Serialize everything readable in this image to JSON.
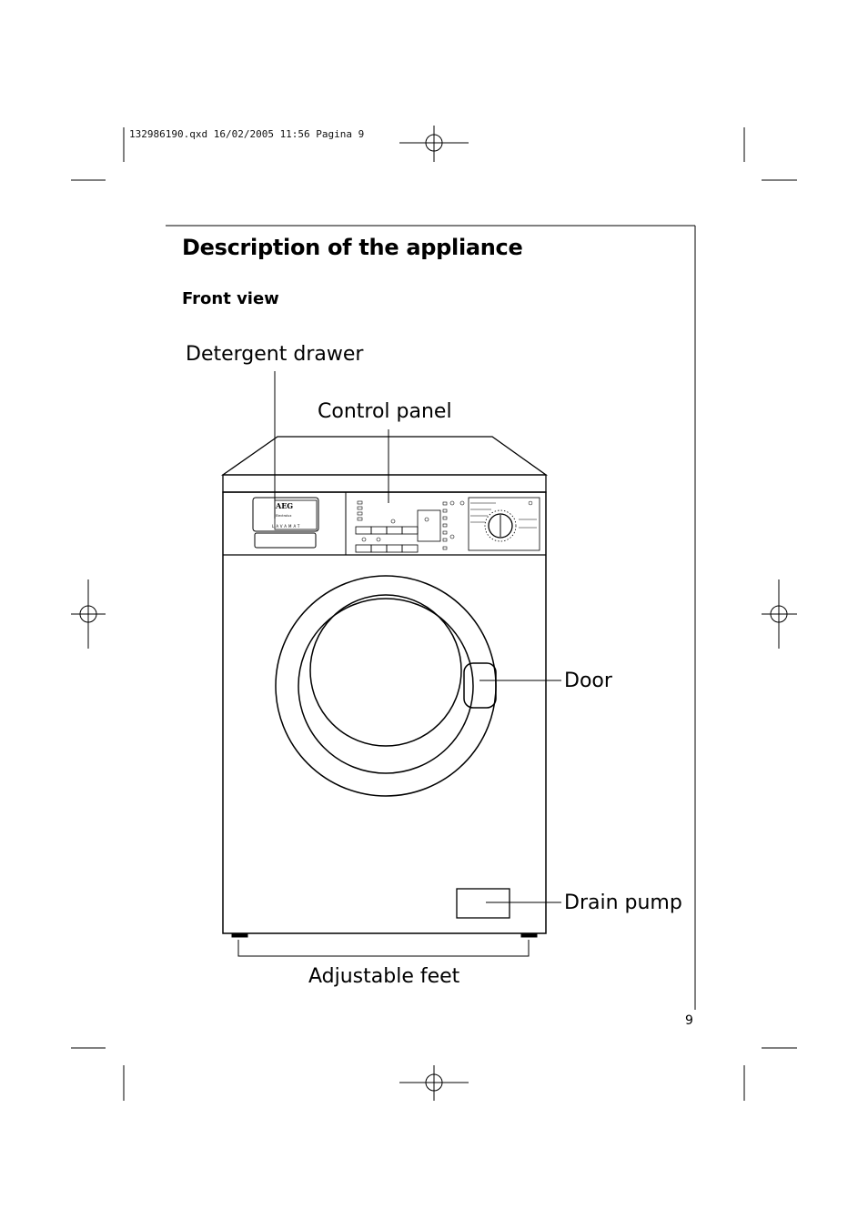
{
  "print_slug": "132986190.qxd  16/02/2005  11:56  Pagina  9",
  "heading": "Description of the appliance",
  "subheading": "Front view",
  "labels": {
    "detergent_drawer": "Detergent drawer",
    "control_panel": "Control panel",
    "door": "Door",
    "drain_pump": "Drain pump",
    "adjustable_feet": "Adjustable feet"
  },
  "appliance": {
    "brand": "AEG",
    "sub_brand": "Electrolux",
    "model_name": "LAVAMAT"
  },
  "page_number": "9"
}
